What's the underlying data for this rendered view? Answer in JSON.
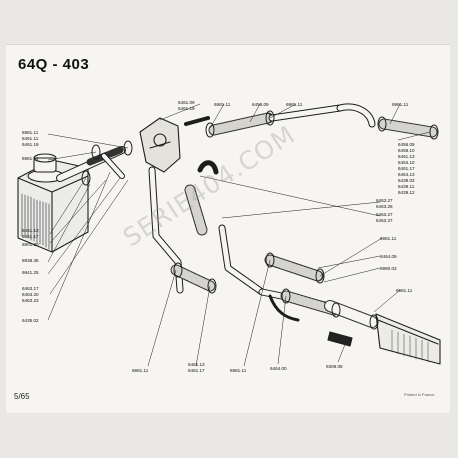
{
  "header": {
    "title": "64Q - 403"
  },
  "footer": {
    "page_number": "5/65",
    "printed_note": "Printed in France"
  },
  "watermark": "SERIE404.COM",
  "colors": {
    "line": "#1d1d1d",
    "paper": "#f6f5f1",
    "hatch": "#444444"
  },
  "callouts": [
    {
      "id": "c1",
      "lines": [
        "6461.09",
        "6461.19"
      ]
    },
    {
      "id": "c2",
      "lines": [
        "6981.11"
      ]
    },
    {
      "id": "c3",
      "lines": [
        "6458.09"
      ]
    },
    {
      "id": "c4",
      "lines": [
        "6981.11"
      ]
    },
    {
      "id": "c5",
      "lines": [
        "6981.11"
      ]
    },
    {
      "id": "c6",
      "lines": [
        "6981.11"
      ]
    },
    {
      "id": "c7",
      "lines": [
        "6461.11",
        "6461.19"
      ]
    },
    {
      "id": "c8",
      "lines": [
        "6981.11"
      ]
    },
    {
      "id": "c9",
      "lines": [
        "6456.09",
        "6458.10",
        "6461.13",
        "6464.10"
      ]
    },
    {
      "id": "c10",
      "lines": [
        "6461.17",
        "6464.13"
      ]
    },
    {
      "id": "c11",
      "lines": [
        "6439.03",
        "6439.11",
        "6439.12"
      ]
    },
    {
      "id": "c12",
      "lines": [
        "6461.13",
        "6461.17"
      ]
    },
    {
      "id": "c13",
      "lines": [
        "6901.30"
      ]
    },
    {
      "id": "c14",
      "lines": [
        "6938.36"
      ]
    },
    {
      "id": "c15",
      "lines": [
        "6941.25"
      ]
    },
    {
      "id": "c16",
      "lines": [
        "6463.17",
        "6463.20",
        "6463.23"
      ]
    },
    {
      "id": "c17",
      "lines": [
        "6435.02"
      ]
    },
    {
      "id": "c18",
      "lines": [
        "6463.27",
        "6463.28"
      ]
    },
    {
      "id": "c19",
      "lines": [
        "6463.27",
        "6463.27"
      ]
    },
    {
      "id": "c20",
      "lines": [
        "6981.11"
      ]
    },
    {
      "id": "c21",
      "lines": [
        "6464.09"
      ]
    },
    {
      "id": "c22",
      "lines": [
        "6980.03"
      ]
    },
    {
      "id": "c23",
      "lines": [
        "6981.11"
      ]
    },
    {
      "id": "c24",
      "lines": [
        "6981.11"
      ]
    },
    {
      "id": "c25",
      "lines": [
        "6461.13",
        "6461.17"
      ]
    },
    {
      "id": "c26",
      "lines": [
        "6981.11"
      ]
    },
    {
      "id": "c27",
      "lines": [
        "6464.00"
      ]
    },
    {
      "id": "c28",
      "lines": [
        "9309.08"
      ]
    }
  ]
}
